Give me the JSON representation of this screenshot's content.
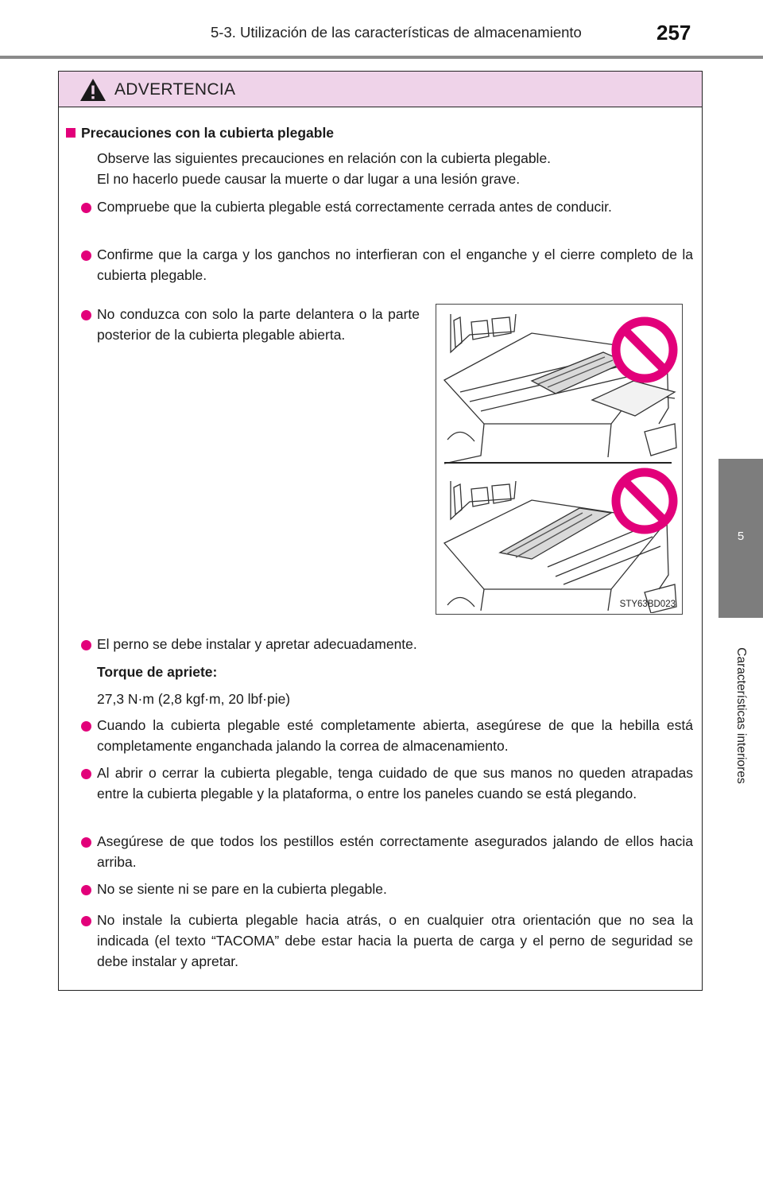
{
  "header": {
    "section": "5-3. Utilización de las características de almacenamiento",
    "page_number": "257"
  },
  "side_tab": {
    "chapter_number": "5",
    "chapter_title": "Características interiores"
  },
  "warning": {
    "title": "ADVERTENCIA",
    "heading": "Precauciones con la cubierta plegable",
    "intro_line1": "Observe las siguientes precauciones en relación con la cubierta plegable.",
    "intro_line2": "El no hacerlo puede causar la muerte o dar lugar a una lesión grave.",
    "bullets": [
      "Compruebe que la cubierta plegable está correctamente cerrada antes de conducir.",
      "Confirme que la carga y los ganchos no interfieran con el enganche y el cierre completo de la cubierta plegable.",
      "No conduzca con solo la parte delantera o la parte posterior de la cubierta plegable abierta.",
      "El perno se debe instalar y apretar adecuadamente.",
      "Cuando la cubierta plegable esté completamente abierta, asegúrese de que la hebilla está completamente enganchada jalando la correa de almacenamiento.",
      "Al abrir o cerrar la cubierta plegable, tenga cuidado de que sus manos no queden atrapadas entre la cubierta plegable y la plataforma, o entre los paneles cuando se está plegando.",
      "Asegúrese de que todos los pestillos estén correctamente asegurados jalando de ellos hacia arriba.",
      "No se siente ni se pare en la cubierta plegable.",
      "No instale la cubierta plegable hacia atrás, o en cualquier otra orientación que no sea la indicada (el texto “TACOMA” debe estar hacia la puerta de carga y el perno de seguridad se debe instalar y apretar."
    ],
    "torque_label": "Torque de apriete:",
    "torque_value": "27,3 N·m (2,8 kgf·m, 20 lbf·pie)"
  },
  "figure": {
    "code": "STY63BD023"
  },
  "colors": {
    "accent": "#e2007a",
    "warning_header_bg": "#efd3e9",
    "side_tab": "#7d7d7d"
  }
}
